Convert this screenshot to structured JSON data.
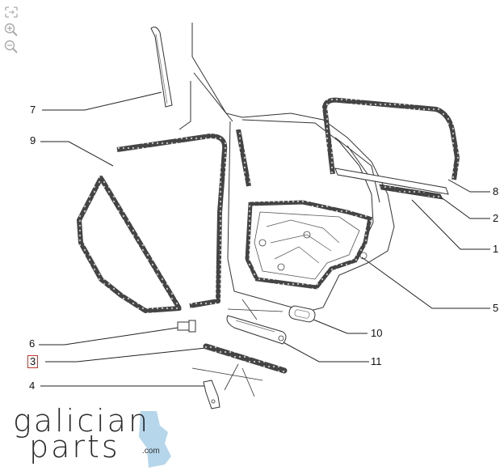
{
  "viewer": {
    "tools": [
      {
        "name": "fit-icon"
      },
      {
        "name": "zoom-in-icon"
      },
      {
        "name": "zoom-out-icon"
      }
    ]
  },
  "callouts": {
    "c7": "7",
    "c9": "9",
    "c8": "8",
    "c2": "2",
    "c1": "1",
    "c5": "5",
    "c6": "6",
    "c10": "10",
    "c3": "3",
    "c11": "11",
    "c4": "4"
  },
  "selected_callout": "3",
  "logo": {
    "line1": "galician",
    "line2": "parts",
    "domain": ".com",
    "accent_color": "#a8cfe8"
  },
  "colors": {
    "line": "#222222",
    "selection": "#c0392b"
  }
}
